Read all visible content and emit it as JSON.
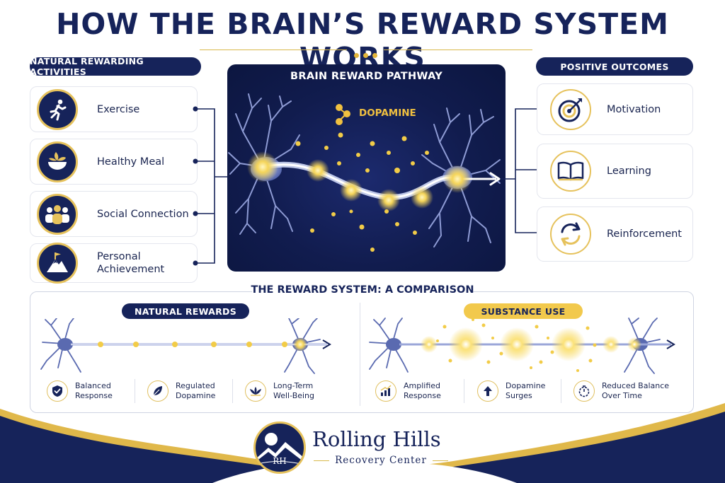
{
  "title": "HOW THE BRAIN’S REWARD SYSTEM WORKS",
  "left_panel": {
    "header": "NATURAL REWARDING ACTIVITIES",
    "items": [
      {
        "label": "Exercise",
        "icon": "runner-icon"
      },
      {
        "label": "Healthy Meal",
        "icon": "bowl-icon"
      },
      {
        "label": "Social Connection",
        "icon": "people-icon"
      },
      {
        "label": "Personal Achievement",
        "line1": "Personal",
        "line2": "Achievement",
        "icon": "mountain-flag-icon"
      }
    ]
  },
  "center_panel": {
    "header": "BRAIN REWARD PATHWAY",
    "molecule_label": "DOPAMINE"
  },
  "right_panel": {
    "header": "POSITIVE OUTCOMES",
    "items": [
      {
        "label": "Motivation",
        "icon": "target-icon"
      },
      {
        "label": "Learning",
        "icon": "book-icon"
      },
      {
        "label": "Reinforcement",
        "icon": "cycle-arrows-icon"
      }
    ]
  },
  "comparison": {
    "title": "THE REWARD SYSTEM: A COMPARISON",
    "natural": {
      "label": "NATURAL REWARDS",
      "items": [
        {
          "line1": "Balanced",
          "line2": "Response",
          "icon": "shield-check-icon"
        },
        {
          "line1": "Regulated",
          "line2": "Dopamine",
          "icon": "leaf-icon"
        },
        {
          "line1": "Long-Term",
          "line2": "Well-Being",
          "icon": "lotus-icon"
        }
      ]
    },
    "substance": {
      "label": "SUBSTANCE USE",
      "items": [
        {
          "line1": "Amplified",
          "line2": "Response",
          "icon": "bar-chart-up-icon"
        },
        {
          "line1": "Dopamine",
          "line2": "Surges",
          "icon": "arrow-up-icon"
        },
        {
          "line1": "Reduced Balance",
          "line2": "Over Time",
          "icon": "timer-icon"
        }
      ]
    }
  },
  "logo": {
    "name": "Rolling Hills",
    "subtitle": "Recovery Center",
    "monogram": "RH"
  },
  "colors": {
    "navy": "#16235a",
    "gold": "#e6c25c",
    "glow": "#f5d55a"
  }
}
